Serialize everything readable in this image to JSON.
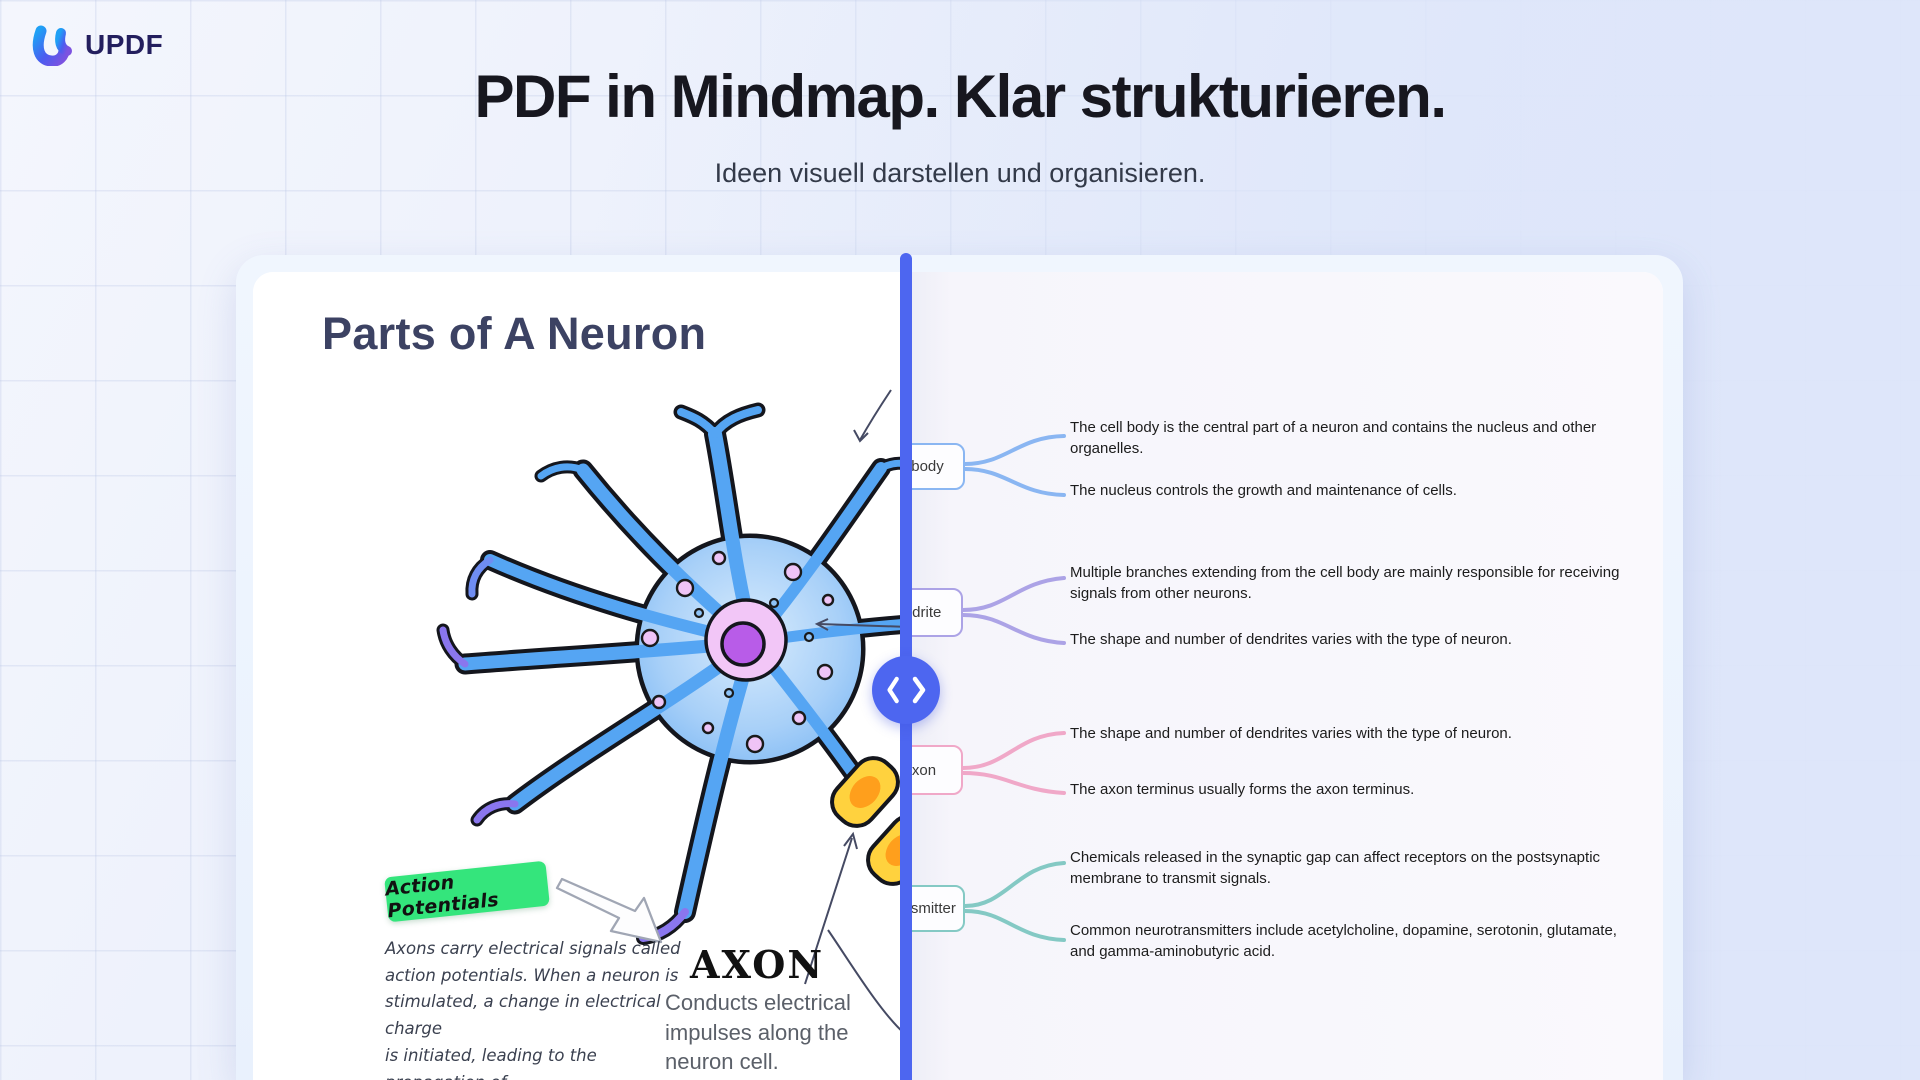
{
  "brand": {
    "name": "UPDF"
  },
  "hero": {
    "title": "PDF in Mindmap. Klar strukturieren.",
    "subtitle": "Ideen visuell darstellen und organisieren."
  },
  "document": {
    "title": "Parts of A Neuron",
    "sticky_label": "Action Potentials",
    "handwritten_note": "Axons carry electrical signals called\naction potentials. When a neuron is\nstimulated, a change in electrical charge\nis initiated, leading to the propagation of\nan action potential along the axon.",
    "axon_heading": "AXON",
    "axon_caption": "Conducts electrical impulses along the neuron cell."
  },
  "mindmap": {
    "nodes": [
      {
        "label": "Cell body",
        "color": "#8ab6f2",
        "details": [
          "The cell body is the central part of a neuron and contains the nucleus and other organelles.",
          "The nucleus controls the growth and maintenance of cells."
        ]
      },
      {
        "label": "Dendrite",
        "color": "#aca3e6",
        "details": [
          "Multiple branches extending from the cell body are mainly responsible for receiving signals from other neurons.",
          "The shape and number of dendrites varies with the type of neuron."
        ]
      },
      {
        "label": "Axon",
        "color": "#f0a8c8",
        "details": [
          "The shape and number of dendrites varies with the type of neuron.",
          "The axon terminus usually forms the axon terminus."
        ]
      },
      {
        "label": "Neurotransmitter",
        "color": "#84c9c4",
        "details": [
          "Chemicals released in the synaptic gap can affect receptors on the postsynaptic membrane to transmit signals.",
          "Common neurotransmitters include acetylcholine, dopamine, serotonin, glutamate, and gamma-aminobutyric acid."
        ]
      }
    ]
  },
  "slider": {
    "accent": "#4d66f0"
  }
}
